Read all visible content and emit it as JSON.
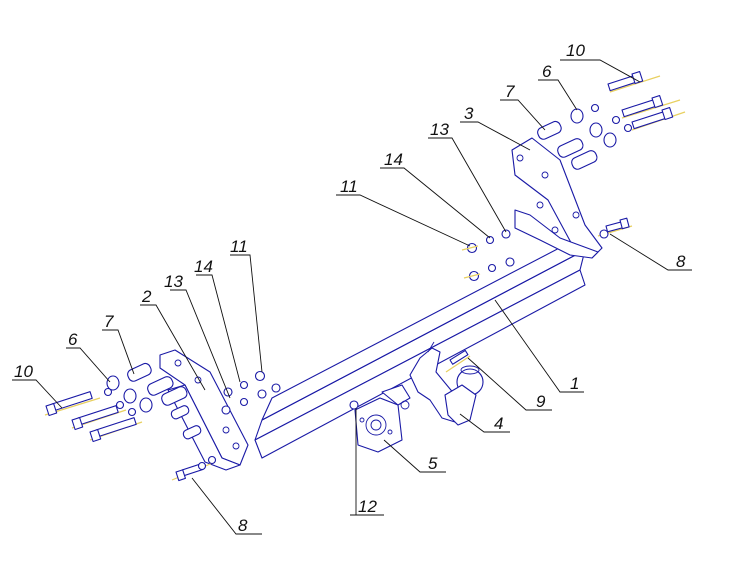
{
  "callouts": [
    {
      "id": "c10-right",
      "text": "10"
    },
    {
      "id": "c6-right",
      "text": "6"
    },
    {
      "id": "c7-right",
      "text": "7"
    },
    {
      "id": "c3",
      "text": "3"
    },
    {
      "id": "c13-right",
      "text": "13"
    },
    {
      "id": "c14-right",
      "text": "14"
    },
    {
      "id": "c11-right",
      "text": "11"
    },
    {
      "id": "c8-right",
      "text": "8"
    },
    {
      "id": "c1",
      "text": "1"
    },
    {
      "id": "c9",
      "text": "9"
    },
    {
      "id": "c4",
      "text": "4"
    },
    {
      "id": "c5",
      "text": "5"
    },
    {
      "id": "c12",
      "text": "12"
    },
    {
      "id": "c8-left",
      "text": "8"
    },
    {
      "id": "c10-left",
      "text": "10"
    },
    {
      "id": "c6-left",
      "text": "6"
    },
    {
      "id": "c7-left",
      "text": "7"
    },
    {
      "id": "c2",
      "text": "2"
    },
    {
      "id": "c13-left",
      "text": "13"
    },
    {
      "id": "c14-left",
      "text": "14"
    },
    {
      "id": "c11-left",
      "text": "11"
    }
  ],
  "colors": {
    "lines": "#1a1aa6",
    "leaders": "#111111",
    "thread": "#e8d060"
  }
}
